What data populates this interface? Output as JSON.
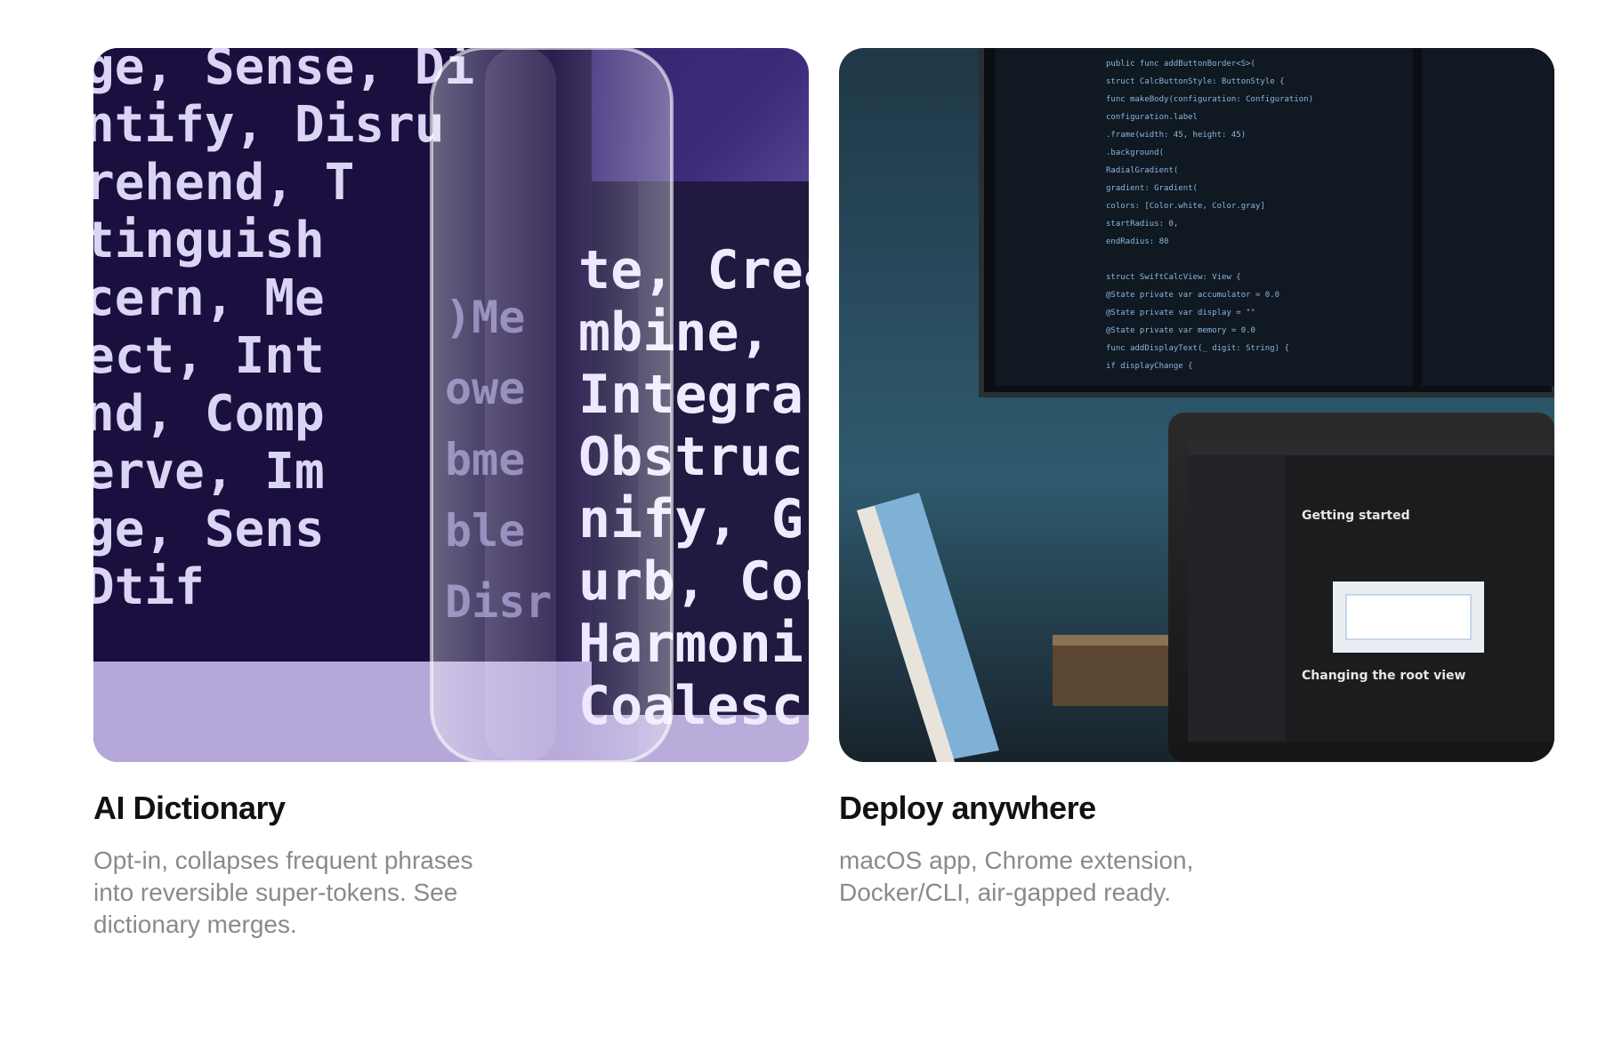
{
  "cards": [
    {
      "title": "AI Dictionary",
      "description": "Opt-in, collapses frequent phrases into reversible super-tokens. See dictionary merges."
    },
    {
      "title": "Deploy anywhere",
      "description": "macOS app, Chrome extension, Docker/CLI, air-gapped ready."
    }
  ],
  "colors": {
    "title": "#121212",
    "description": "#8a8a8a",
    "lavender_background": "#b8a6dd",
    "code_glass_glow": "#e6e0ff",
    "desk_wall_blue": "#2f5a6e"
  },
  "icons": {
    "card_1_image": "glass-dictionary-words-photo",
    "card_2_image": "desk-monitor-laptop-code-photo"
  }
}
